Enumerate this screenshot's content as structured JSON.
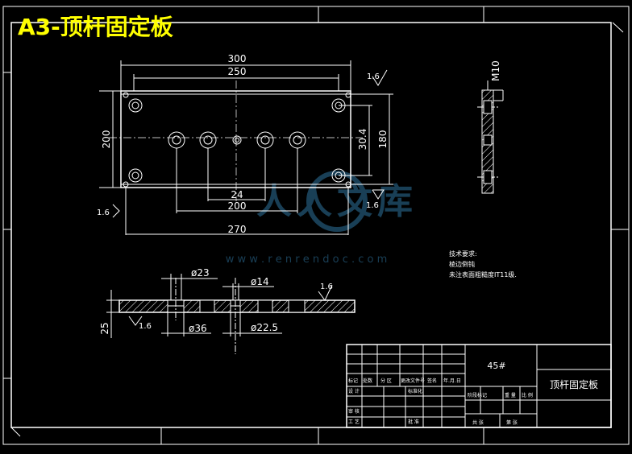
{
  "title": "A3-顶杆固定板",
  "dims": {
    "d300": "300",
    "d250": "250",
    "d200_left": "200",
    "d180": "180",
    "d30_4": "30.4",
    "d24": "24",
    "d200_bottom": "200",
    "d270": "270",
    "m10": "M10",
    "phi23": "ø23",
    "phi14": "ø14",
    "phi36": "ø36",
    "phi22_5": "ø22.5",
    "t25": "25"
  },
  "roughness": {
    "r1": "1.6",
    "r2": "1.6",
    "r3": "1.6",
    "r4": "1.6",
    "r5": "1.6"
  },
  "notes": {
    "heading": "技术要求:",
    "line1": "棱边倒钝",
    "line2": "未注表面粗糙度IT11级."
  },
  "watermark": {
    "brand": "人人文库",
    "url": "w w w . r e n r e n d o c . c o m"
  },
  "titleblock": {
    "material": "45#",
    "part_name": "顶杆固定板",
    "h1": "标记",
    "h2": "处数",
    "h3": "分 区",
    "h4": "更改文件号",
    "h5": "签名",
    "h6": "年.月.日",
    "design": "设 计",
    "standard": "标准化",
    "check": "审 核",
    "craft": "工 艺",
    "approve": "批 准",
    "stage_mark": "阶段标记",
    "weight": "重 量",
    "ratio": "比 例",
    "sheets": "共    张",
    "sheet": "第    张"
  },
  "colors": {
    "bg": "#000000",
    "line": "#ffffff",
    "title": "#ffff00",
    "watermark": "#1e4a66"
  }
}
